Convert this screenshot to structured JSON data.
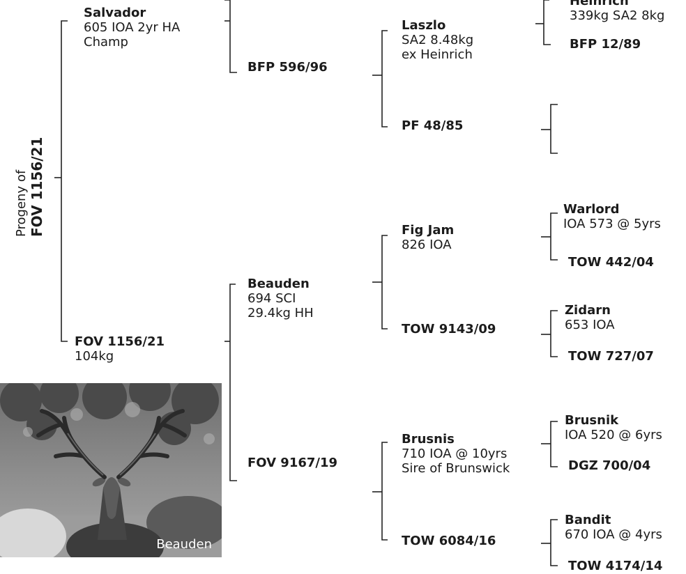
{
  "subject": {
    "caption_line1": "Progeny of",
    "caption_line2": "FOV 1156/21"
  },
  "pedigree": {
    "sire": {
      "name": "Salvador",
      "details": [
        "605 IOA 2yr HA",
        "Champ"
      ]
    },
    "dam": {
      "name": "FOV 1156/21",
      "details": [
        "104kg"
      ]
    },
    "sire_dam": {
      "name": "BFP 596/96",
      "details": []
    },
    "dam_sire": {
      "name": "Beauden",
      "details": [
        "694 SCI",
        "29.4kg HH"
      ]
    },
    "dam_dam": {
      "name": "FOV 9167/19",
      "details": []
    },
    "sire_dam_sire": {
      "name": "Laszlo",
      "details": [
        "SA2 8.48kg",
        "ex Heinrich"
      ]
    },
    "sire_dam_dam": {
      "name": "PF 48/85",
      "details": []
    },
    "dam_sire_sire": {
      "name": "Fig Jam",
      "details": [
        "826 IOA"
      ]
    },
    "dam_sire_dam": {
      "name": "TOW 9143/09",
      "details": []
    },
    "dam_dam_sire": {
      "name": "Brusnis",
      "details": [
        "710 IOA @ 10yrs",
        "Sire of Brunswick"
      ]
    },
    "dam_dam_dam": {
      "name": "TOW 6084/16",
      "details": []
    },
    "ggen": [
      {
        "name": "Heinrich",
        "details": [
          "339kg SA2 8kg"
        ]
      },
      {
        "name": "BFP 12/89",
        "details": []
      },
      {
        "name": "Warlord",
        "details": [
          "IOA 573 @ 5yrs"
        ]
      },
      {
        "name": "TOW 442/04",
        "details": []
      },
      {
        "name": "Zidarn",
        "details": [
          "653 IOA"
        ]
      },
      {
        "name": "TOW 727/07",
        "details": []
      },
      {
        "name": "Brusnik",
        "details": [
          "IOA 520 @ 6yrs"
        ]
      },
      {
        "name": "DGZ 700/04",
        "details": []
      },
      {
        "name": "Bandit",
        "details": [
          "670 IOA @ 4yrs"
        ]
      },
      {
        "name": "TOW 4174/14",
        "details": []
      }
    ]
  },
  "photo": {
    "caption": "Beauden"
  }
}
